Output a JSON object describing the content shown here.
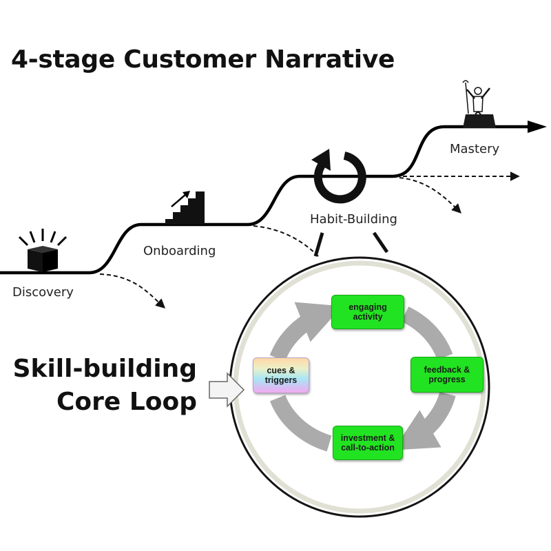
{
  "title": "4-stage Customer Narrative",
  "stages": [
    {
      "label": "Discovery",
      "icon": "glowing-box-icon"
    },
    {
      "label": "Onboarding",
      "icon": "staircase-icon"
    },
    {
      "label": "Habit-Building",
      "icon": "cycle-arrow-icon"
    },
    {
      "label": "Mastery",
      "icon": "summit-figure-icon"
    }
  ],
  "core_loop": {
    "label_line1": "Skill-building",
    "label_line2": "Core Loop",
    "nodes": [
      {
        "line1": "engaging",
        "line2": "activity",
        "color": "#22e322"
      },
      {
        "line1": "feedback &",
        "line2": "progress",
        "color": "#22e322"
      },
      {
        "line1": "investment &",
        "line2": "call-to-action",
        "color": "#22e322"
      },
      {
        "line1": "cues &",
        "line2": "triggers",
        "color": "gradient"
      }
    ]
  }
}
